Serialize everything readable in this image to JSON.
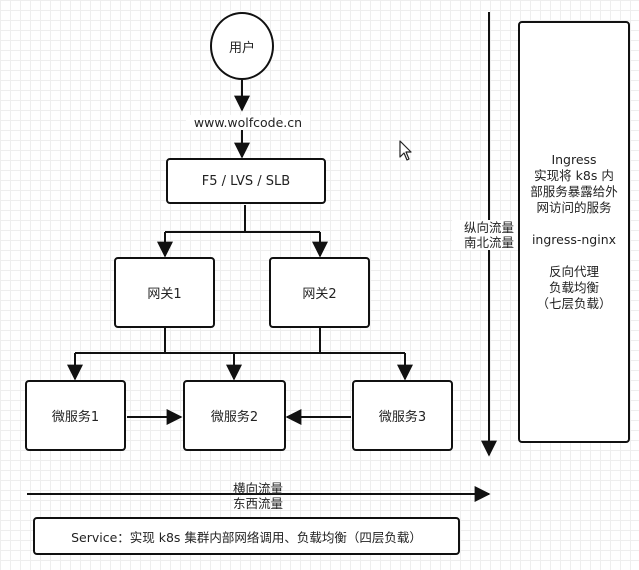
{
  "user": "用户",
  "domain": "www.wolfcode.cn",
  "lb": "F5 / LVS / SLB",
  "gateways": [
    "网关1",
    "网关2"
  ],
  "services": [
    "微服务1",
    "微服务2",
    "微服务3"
  ],
  "vertical_flow": [
    "纵向流量",
    "南北流量"
  ],
  "horizontal_flow": [
    "横向流量",
    "东西流量"
  ],
  "ingress_panel": {
    "title": "Ingress",
    "desc": [
      "实现将 k8s 内",
      "部服务暴露给外",
      "网访问的服务"
    ],
    "impl": "ingress-nginx",
    "features": [
      "反向代理",
      "负载均衡",
      "（七层负载）"
    ]
  },
  "service_bar": "Service：实现 k8s 集群内部网络调用、负载均衡（四层负载）",
  "colors": {
    "line": "#111111",
    "grid": "#eeeeee"
  }
}
